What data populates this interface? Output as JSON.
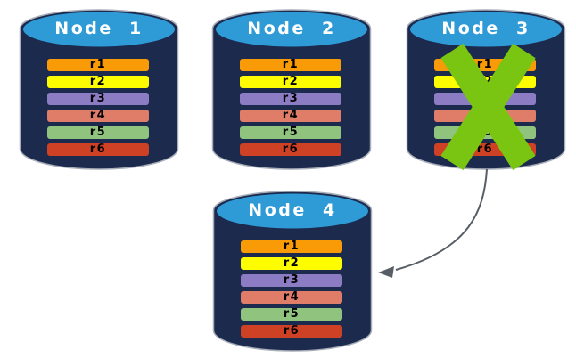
{
  "colors": {
    "canvas-bg": "#FFFFFF",
    "cyl-body": "#1C2A4E",
    "cyl-top": "#2E9BD7",
    "cyl-outline": "#A8AEB9",
    "title-text": "#FFFFFF",
    "row-text": "#000000",
    "x-mark": "#7AC412",
    "arrow": "#585E66"
  },
  "rows": [
    {
      "label": "r1",
      "color": "#F99B06"
    },
    {
      "label": "r2",
      "color": "#FDFD00"
    },
    {
      "label": "r3",
      "color": "#8B7CC4"
    },
    {
      "label": "r4",
      "color": "#E07D68"
    },
    {
      "label": "r5",
      "color": "#90C47E"
    },
    {
      "label": "r6",
      "color": "#CE4125"
    }
  ],
  "nodes": [
    {
      "title": "Node  1"
    },
    {
      "title": "Node  2"
    },
    {
      "title": "Node  3"
    },
    {
      "title": "Node  4"
    }
  ]
}
